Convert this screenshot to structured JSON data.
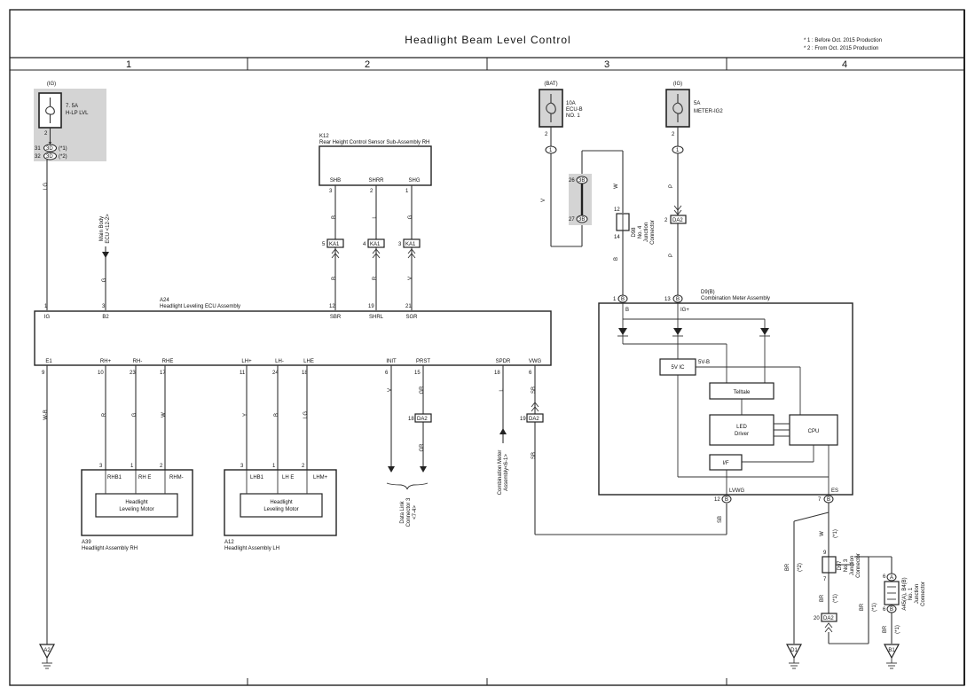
{
  "title": "Headlight Beam Level Control",
  "notes": [
    "* 1 : Before Oct.  2015 Production",
    "* 2 : From Oct.  2015 Production"
  ],
  "columns": [
    "1",
    "2",
    "3",
    "4"
  ],
  "fuses": {
    "hlp": {
      "src": "(IG)",
      "rating": "7. 5A",
      "name": "H-LP LVL",
      "pin": "2",
      "pins_below": [
        {
          "pin": "31",
          "code": "3D",
          "note": "(*1)"
        },
        {
          "pin": "32",
          "code": "3D",
          "note": "(*2)"
        }
      ]
    },
    "ecub": {
      "src": "(BAT)",
      "rating": "10A",
      "name": "ECU-B",
      "name2": "NO. 1",
      "pin": "2",
      "code": "1"
    },
    "meter": {
      "src": "(IG)",
      "rating": "5A",
      "name": "METER-IG2",
      "pin": "2",
      "code": "1"
    }
  },
  "k12": {
    "id": "K12",
    "name": "Rear Height Control Sensor Sub-Assembly RH",
    "terms": [
      "SHB",
      "SHRR",
      "SHG"
    ],
    "pins": [
      "3",
      "2",
      "1"
    ],
    "wires": [
      "B",
      "L",
      "G"
    ],
    "ka": [
      {
        "pin": "5",
        "code": "KA1"
      },
      {
        "pin": "4",
        "code": "KA1"
      },
      {
        "pin": "3",
        "code": "KA1"
      }
    ],
    "wires_below": [
      "B",
      "R",
      "V"
    ]
  },
  "a24": {
    "id": "A24",
    "name": "Headlight Leveling ECU Assembly",
    "top_terms": [
      {
        "pin": "1",
        "name": "IG"
      },
      {
        "pin": "3",
        "name": "B2"
      },
      {
        "pin": "12",
        "name": "SBR"
      },
      {
        "pin": "19",
        "name": "SHRL"
      },
      {
        "pin": "21",
        "name": "SGR"
      }
    ],
    "bottom_terms": [
      {
        "pin": "9",
        "name": "E1"
      },
      {
        "pin": "10",
        "name": "RH+"
      },
      {
        "pin": "23",
        "name": "RH-"
      },
      {
        "pin": "17",
        "name": "RHE"
      },
      {
        "pin": "11",
        "name": "LH+"
      },
      {
        "pin": "24",
        "name": "LH-"
      },
      {
        "pin": "18",
        "name": "LHE"
      },
      {
        "pin": "6",
        "name": "INIT"
      },
      {
        "pin": "15",
        "name": "PRST"
      },
      {
        "pin": "18",
        "name": "SPDR"
      },
      {
        "pin": "6",
        "name": "VWG"
      }
    ]
  },
  "wires": {
    "lg": "LG",
    "g": "G",
    "wb": "W-B",
    "r": "R",
    "g2": "G",
    "w": "W",
    "y": "Y",
    "b": "B",
    "lg2": "LG",
    "v": "V",
    "gr": "GR",
    "gr2": "GR",
    "l": "L",
    "sb": "SB",
    "sb2": "SB",
    "v2": "V",
    "w2": "W",
    "b2": "B",
    "p": "P",
    "p2": "P",
    "b3": "B",
    "sb3": "SB"
  },
  "main_body": [
    "Main Body",
    "ECU <12-2>"
  ],
  "a39": {
    "id": "A39",
    "name": "Headlight Assembly RH",
    "terms": [
      "RHB1",
      "RH E",
      "RHM-"
    ],
    "pins": [
      "3",
      "1",
      "2"
    ],
    "motor": [
      "Headlight",
      "Leveling Motor"
    ]
  },
  "a12": {
    "id": "A12",
    "name": "Headlight Assembly LH",
    "terms": [
      "LHB1",
      "LH E",
      "LHM+"
    ],
    "pins": [
      "3",
      "1",
      "2"
    ],
    "motor": [
      "Headlight",
      "Leveling Motor"
    ]
  },
  "da2": {
    "pin": "18",
    "code": "DA2"
  },
  "da2b": {
    "pin": "19",
    "code": "DA2"
  },
  "da2c": {
    "pin": "2",
    "code": "DA2"
  },
  "da2d": {
    "pin": "20",
    "code": "DA2"
  },
  "data_link": [
    "Data Link",
    "Connector 3",
    "<7-4>"
  ],
  "comb_meter_ref": [
    "Combination Meter",
    "Assembly<6-1>"
  ],
  "jc3b": {
    "pin_top": "26",
    "pin_bot": "27",
    "code": "3B"
  },
  "d98": {
    "id": "D98",
    "name": [
      "No. 4",
      "Junction",
      "Connector"
    ],
    "pin_top": "12",
    "pin_bot": "14"
  },
  "d9": {
    "id": "D9(B)",
    "name": "Combination Meter Assembly",
    "pin_b": "1",
    "code_b": "B",
    "pin_ig": "13",
    "code_ig": "B",
    "term_b": "B",
    "term_ig": "IG+",
    "vic": "5V IC",
    "vb": "5V-B",
    "telltale": "Telltale",
    "led": [
      "LED",
      "Driver"
    ],
    "cpu": "CPU",
    "if": "I/F",
    "lvwg": "LVWG",
    "es": "ES",
    "pin_lvwg": "12",
    "pin_es": "7"
  },
  "d97": {
    "id": "D97",
    "name": [
      "No. 3",
      "Junction",
      "Connector"
    ],
    "pin_top": "9",
    "pin_bot": "7"
  },
  "a45": {
    "id": "A45(A), B4(B)",
    "name": [
      "No. 1",
      "Junction",
      "Connector"
    ],
    "pin_a": "6",
    "code_a": "A",
    "pin_b": "6",
    "code_b": "B"
  },
  "wires_right": {
    "w": "W",
    "n1": "(*1)",
    "br": "BR",
    "n2": "(*2)",
    "br2": "BR",
    "n3": "(*1)",
    "br3": "BR",
    "n4": "(*1)",
    "br4": "BR",
    "n5": "(*1)"
  },
  "grounds": [
    "A2",
    "D1",
    "B1"
  ]
}
